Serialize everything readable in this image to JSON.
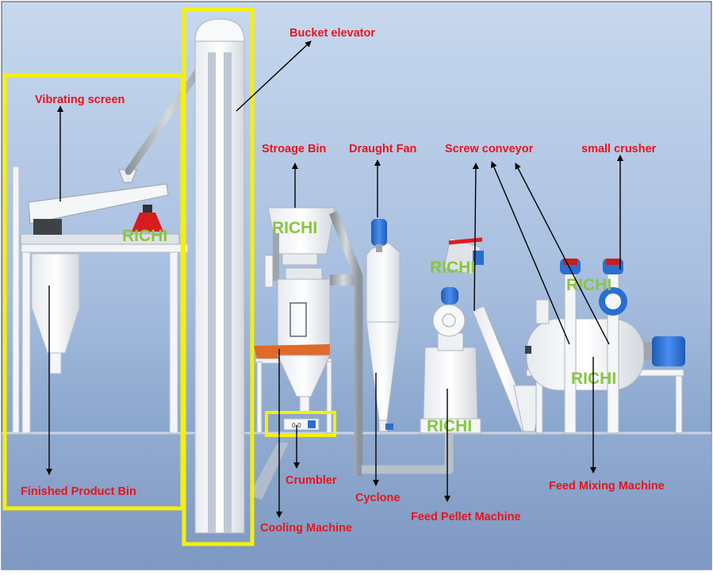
{
  "labels": {
    "bucket_elevator": "Bucket elevator",
    "vibrating_screen": "Vibrating screen",
    "storage_bin": "Stroage Bin",
    "draught_fan": "Draught Fan",
    "screw_conveyor": "Screw conveyor",
    "small_crusher": "small crusher",
    "finished_product_bin": "Finished Product Bin",
    "crumbler": "Crumbler",
    "cyclone": "Cyclone",
    "cooling_machine": "Cooling Machine",
    "feed_pellet_machine": "Feed Pellet Machine",
    "feed_mixing_machine": "Feed Mixing Machine"
  },
  "brand": "RICHI",
  "colors": {
    "label": "#e8141c",
    "brand": "#8ac53f",
    "highlight": "#f5f00a",
    "motor_blue": "#2a6fd0",
    "accent_red": "#e11b1b",
    "accent_orange": "#d9541c"
  }
}
